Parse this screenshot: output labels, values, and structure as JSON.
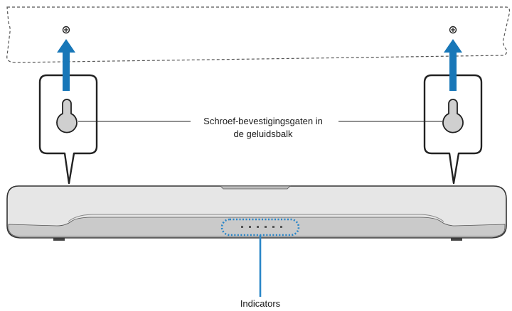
{
  "labels": {
    "keyhole_line1": "Schroef-bevestigingsgaten in",
    "keyhole_line2": "de geluidsbalk",
    "indicators": "Indicators"
  },
  "colors": {
    "arrow": "#1877b8",
    "callout_dotted": "#2a86c8",
    "bar_body": "#e6e6e6",
    "bar_outline": "#333333",
    "keyhole_fill": "#cfcfcf"
  },
  "icons": {
    "screw_left": "screw-icon",
    "screw_right": "screw-icon"
  }
}
